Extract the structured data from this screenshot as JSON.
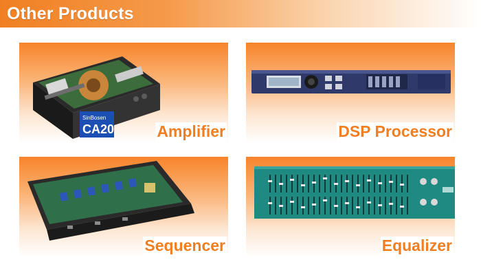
{
  "header": {
    "title": "Other Products"
  },
  "products": [
    {
      "label": "Amplifier",
      "icon": "amplifier-image"
    },
    {
      "label": "DSP Processor",
      "icon": "dsp-processor-image"
    },
    {
      "label": "Sequencer",
      "icon": "sequencer-image"
    },
    {
      "label": "Equalizer",
      "icon": "equalizer-image"
    }
  ],
  "colors": {
    "accent": "#f07f22",
    "card_top": "#f7842a",
    "dsp_panel": "#2f3a6b",
    "eq_panel": "#1f8a82"
  },
  "amplifier": {
    "badge_top": "SinBosen",
    "badge_main": "CA20"
  }
}
